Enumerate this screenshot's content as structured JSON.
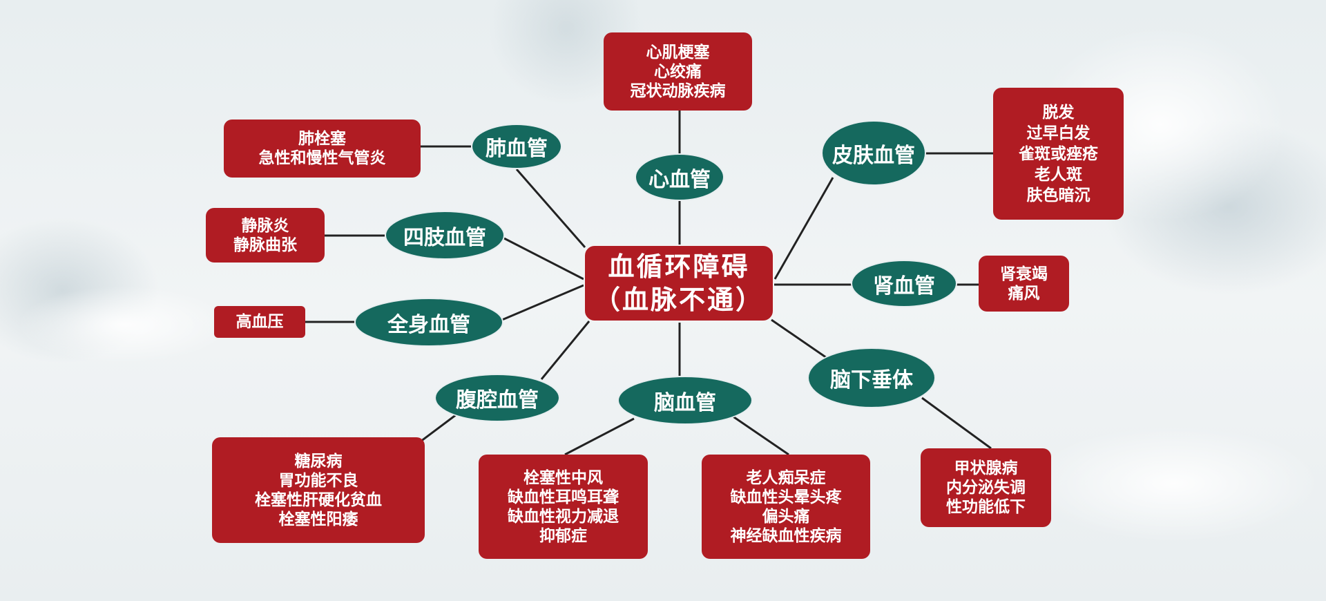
{
  "center": {
    "line1": "血循环障碍",
    "line2": "（血脉不通）"
  },
  "nodes": {
    "heart": {
      "label": "心血管",
      "items": [
        "心肌梗塞",
        "心绞痛",
        "冠状动脉疾病"
      ]
    },
    "lung": {
      "label": "肺血管",
      "items": [
        "肺栓塞",
        "急性和慢性气管炎"
      ]
    },
    "limbs": {
      "label": "四肢血管",
      "items": [
        "静脉炎",
        "静脉曲张"
      ]
    },
    "body": {
      "label": "全身血管",
      "items": [
        "高血压"
      ]
    },
    "abdomen": {
      "label": "腹腔血管",
      "items": [
        "糖尿病",
        "胃功能不良",
        "栓塞性肝硬化贫血",
        "栓塞性阳痿"
      ]
    },
    "brain": {
      "label": "脑血管",
      "items_left": [
        "栓塞性中风",
        "缺血性耳鸣耳聋",
        "缺血性视力减退",
        "抑郁症"
      ],
      "items_right": [
        "老人痴呆症",
        "缺血性头晕头疼",
        "偏头痛",
        "神经缺血性疾病"
      ]
    },
    "pituitary": {
      "label": "脑下垂体",
      "items": [
        "甲状腺病",
        "内分泌失调",
        "性功能低下"
      ]
    },
    "kidney": {
      "label": "肾血管",
      "items": [
        "肾衰竭",
        "痛风"
      ]
    },
    "skin": {
      "label": "皮肤血管",
      "items": [
        "脱发",
        "过早白发",
        "雀斑或痤疮",
        "老人斑",
        "肤色暗沉"
      ]
    }
  },
  "colors": {
    "box": "#b01c23",
    "oval": "#15695e",
    "line": "#222222"
  }
}
